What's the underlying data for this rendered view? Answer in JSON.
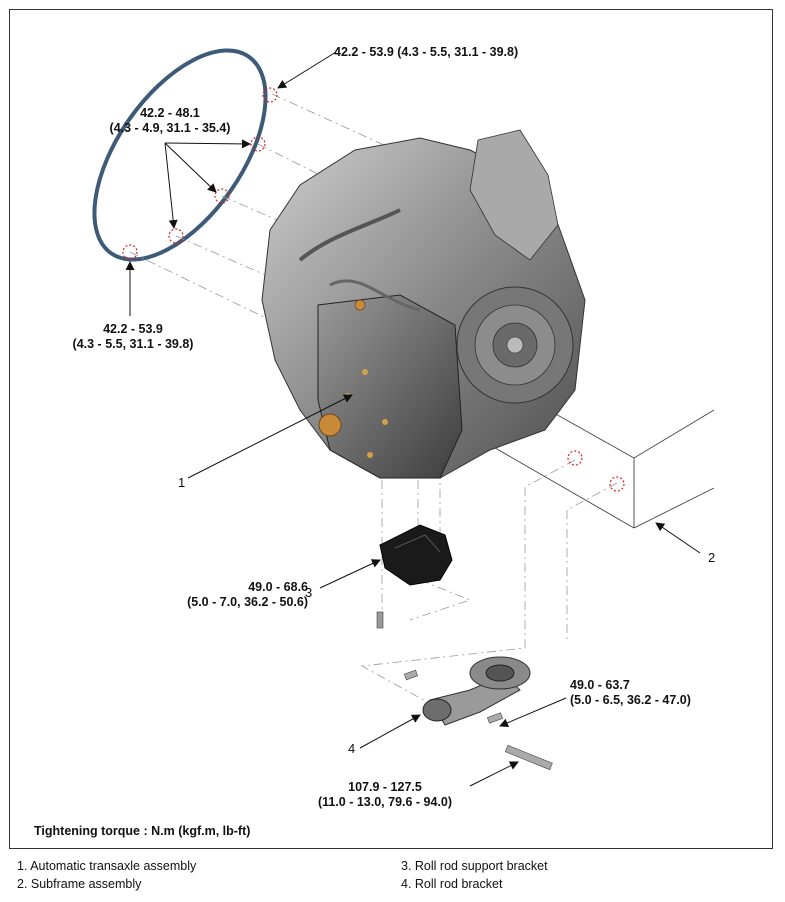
{
  "torque_labels": {
    "top_right": "42.2 - 53.9 (4.3 - 5.5, 31.1 - 39.8)",
    "ring_upper_line1": "42.2 - 48.1",
    "ring_upper_line2": "(4.3 - 4.9, 31.1 - 35.4)",
    "ring_lower_line1": "42.2 - 53.9",
    "ring_lower_line2": "(4.3 - 5.5, 31.1 - 39.8)",
    "support_bracket_line1": "49.0 - 68.6",
    "support_bracket_line2": "(5.0 - 7.0, 36.2 - 50.6)",
    "roll_rod_line1": "49.0 - 63.7",
    "roll_rod_line2": "(5.0 - 6.5, 36.2 - 47.0)",
    "long_bolt_line1": "107.9 - 127.5",
    "long_bolt_line2": "(11.0 - 13.0, 79.6 - 94.0)"
  },
  "callouts": {
    "c1": "1",
    "c2": "2",
    "c3": "3",
    "c4": "4"
  },
  "legend_note": "Tightening torque : N.m (kgf.m, lb-ft)",
  "captions": [
    "1. Automatic transaxle assembly",
    "2. Subframe assembly",
    "3. Roll rod support bracket",
    "4. Roll rod bracket"
  ],
  "colors": {
    "ring": "#3d5a78",
    "bolt_marker": "#e02020",
    "housing": "#7d7d7d"
  }
}
